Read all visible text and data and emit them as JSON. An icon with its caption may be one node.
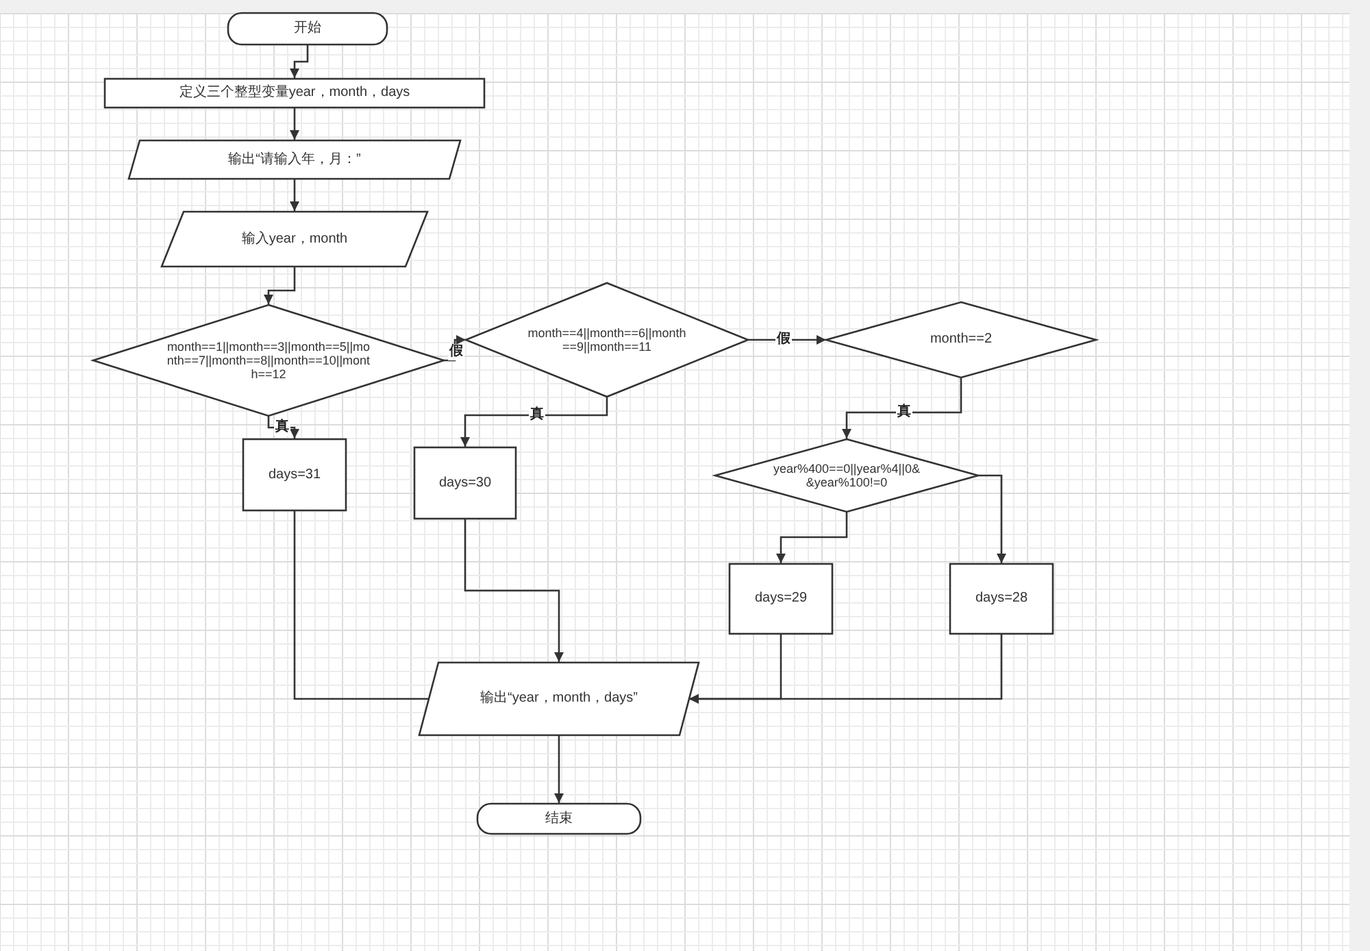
{
  "diagram": {
    "nodes": [
      {
        "text": [
          "开始"
        ]
      },
      {
        "text": [
          "定义三个整型变量year，month，days"
        ]
      },
      {
        "text": [
          "输出“请输入年，月：”"
        ]
      },
      {
        "text": [
          "输入year，month"
        ]
      },
      {
        "text": [
          "month==1||month==3||month==5||month==7||month==8||month==10||month==12"
        ]
      },
      {
        "text": [
          "days=31"
        ]
      },
      {
        "text": [
          "month==4||month==6||month==9||month==11"
        ]
      },
      {
        "text": [
          "days=30"
        ]
      },
      {
        "text": [
          "month==2"
        ]
      },
      {
        "text": [
          "year%400==0||year%4||0&&year%100!=0"
        ]
      },
      {
        "text": [
          "days=29"
        ]
      },
      {
        "text": [
          "days=28"
        ]
      },
      {
        "text": [
          "输出“year，month，days”"
        ]
      },
      {
        "text": [
          "结束"
        ]
      }
    ],
    "edges": [
      {
        "from": 0,
        "to": 1,
        "arrow": "to"
      },
      {
        "from": 1,
        "to": 2,
        "arrow": "to"
      },
      {
        "from": 2,
        "to": 3,
        "arrow": "to"
      },
      {
        "from": 3,
        "to": 4,
        "arrow": "to"
      },
      {
        "from": 4,
        "to": 5,
        "arrow": "to",
        "label": "真"
      },
      {
        "from": 4,
        "to": 6,
        "arrow": "to",
        "label": "假"
      },
      {
        "from": 6,
        "to": 7,
        "arrow": "to",
        "label": "真"
      },
      {
        "from": 6,
        "to": 8,
        "arrow": "to",
        "label": "假"
      },
      {
        "from": 8,
        "to": 9,
        "arrow": "to",
        "label": "真"
      },
      {
        "from": 9,
        "to": 10,
        "arrow": "to"
      },
      {
        "from": 9,
        "to": 11,
        "arrow": "to"
      },
      {
        "from": 5,
        "to": 12,
        "arrow": "none"
      },
      {
        "from": 7,
        "to": 12,
        "arrow": "to"
      },
      {
        "from": 10,
        "to": 12,
        "arrow": "to"
      },
      {
        "from": 11,
        "to": 12,
        "arrow": "to"
      },
      {
        "from": 12,
        "to": 13,
        "arrow": "to"
      }
    ]
  }
}
